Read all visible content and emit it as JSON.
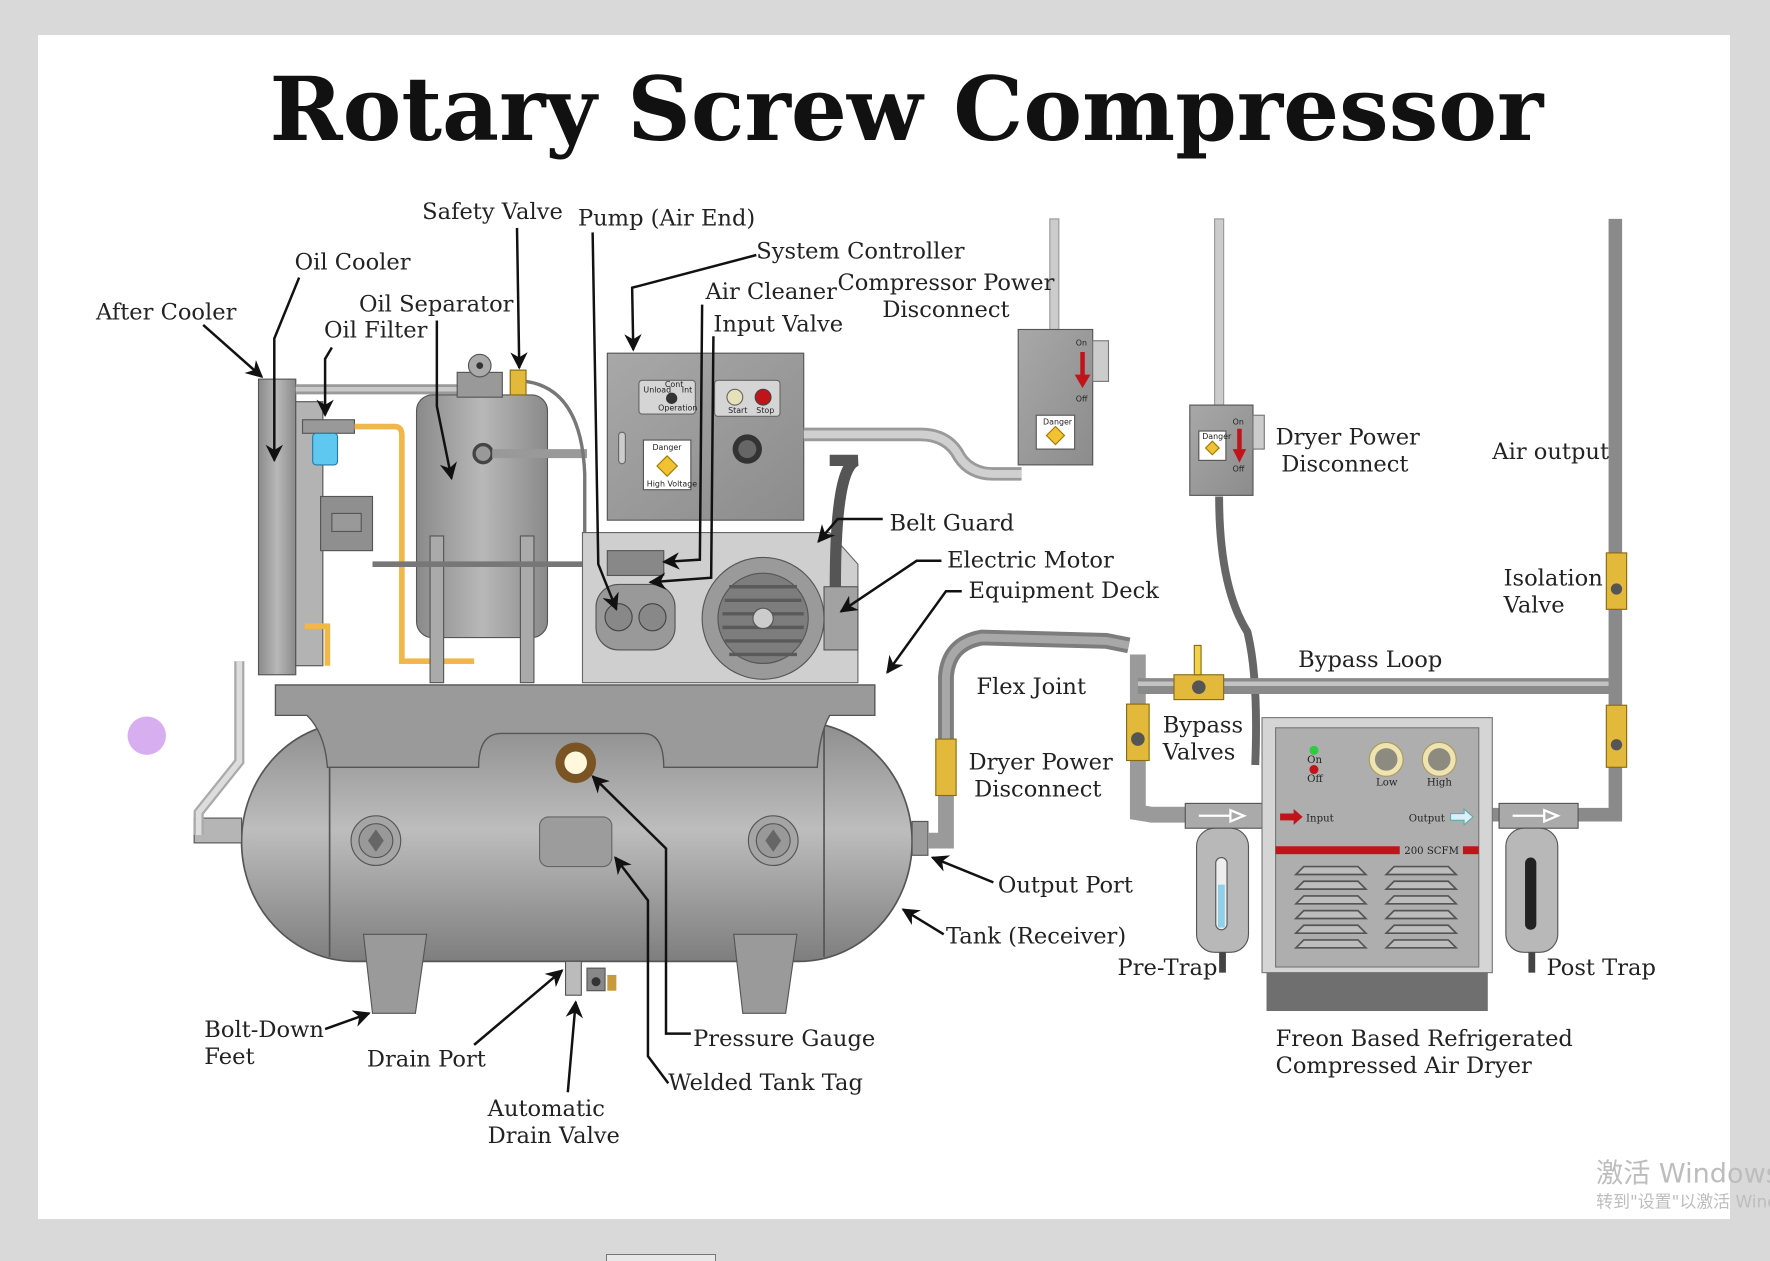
{
  "title": "Rotary Screw Compressor",
  "labels": {
    "safety_valve": "Safety Valve",
    "pump_air_end": "Pump (Air End)",
    "system_controller": "System Controller",
    "oil_cooler": "Oil Cooler",
    "air_cleaner": "Air Cleaner",
    "compressor_power_disconnect_1": "Compressor Power",
    "compressor_power_disconnect_2": "Disconnect",
    "input_valve": "Input Valve",
    "after_cooler": "After Cooler",
    "oil_separator": "Oil Separator",
    "oil_filter": "Oil Filter",
    "dryer_power_disconnect_top_1": "Dryer Power",
    "dryer_power_disconnect_top_2": "Disconnect",
    "air_output": "Air output",
    "belt_guard": "Belt Guard",
    "electric_motor": "Electric Motor",
    "equipment_deck": "Equipment Deck",
    "isolation_valve_1": "Isolation",
    "isolation_valve_2": "Valve",
    "bypass_loop": "Bypass Loop",
    "flex_joint": "Flex Joint",
    "bypass_valves_1": "Bypass",
    "bypass_valves_2": "Valves",
    "dryer_power_disconnect_1": "Dryer Power",
    "dryer_power_disconnect_2": "Disconnect",
    "output_port": "Output Port",
    "tank_receiver": "Tank (Receiver)",
    "pre_trap": "Pre-Trap",
    "post_trap": "Post Trap",
    "bolt_down_feet_1": "Bolt-Down",
    "bolt_down_feet_2": "Feet",
    "drain_port": "Drain Port",
    "pressure_gauge": "Pressure Gauge",
    "welded_tank_tag": "Welded Tank Tag",
    "automatic_drain_valve_1": "Automatic",
    "automatic_drain_valve_2": "Drain Valve",
    "dryer_1": "Freon Based Refrigerated",
    "dryer_2": "Compressed Air Dryer"
  },
  "controller_panel": {
    "unload": "Unload",
    "cont": "Cont",
    "int": "Int",
    "operation": "Operation",
    "danger": "Danger",
    "high_voltage": "High Voltage",
    "start": "Start",
    "stop": "Stop"
  },
  "disconnect_box": {
    "on": "On",
    "off": "Off",
    "danger": "Danger"
  },
  "dryer_panel": {
    "on": "On",
    "off": "Off",
    "low": "Low",
    "high": "High",
    "input": "Input",
    "output": "Output",
    "capacity": "200 SCFM"
  },
  "watermark": {
    "line1": "激活 Windows",
    "line2": "转到\"设置\"以激活 Windows。"
  },
  "colors": {
    "background": "#d9d9d9",
    "card": "#ffffff",
    "metal": "#9e9e9e",
    "brass": "#e2b93b",
    "oil_line": "#f0b84a",
    "danger_red": "#c0141b",
    "cursor_dot": "#d7aef0"
  }
}
